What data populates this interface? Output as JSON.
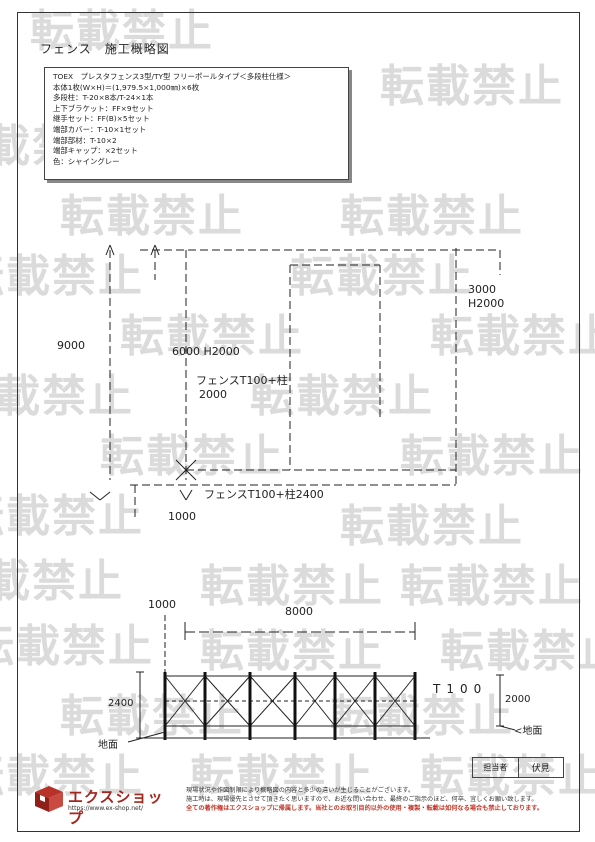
{
  "watermark": "転載禁止",
  "title": "フェンス　施工概略図",
  "spec": {
    "lines": [
      "TOEX　プレスタフェンス3型/TY型 フリーポールタイプ＜多段柱仕様＞",
      "本体1枚(W×H)＝(1,979.5×1,000㎜)×6枚",
      "多段柱：T-20×8本/T-24×1本",
      "上下ブラケット：FF×9セット",
      "継手セット：FF(B)×5セット",
      "端部カバー：T-10×1セット",
      "端部部材：T-10×2",
      "端部キャップ：×2セット",
      "色：シャイングレー"
    ]
  },
  "plan": {
    "dim_9000": "9000",
    "dim_6000": "6000 H2000",
    "fence_t100_1": "フェンスT100+柱",
    "fence_t100_1b": "2000",
    "dim_3000": "3000",
    "dim_h2000": "H2000",
    "fence_t100_2": "フェンスT100+柱2400",
    "dim_1000": "1000"
  },
  "elevation": {
    "dim_1000": "1000",
    "dim_8000": "8000",
    "dim_2400": "2400",
    "label_t100": "T100",
    "dim_2000": "2000",
    "ground_left": "地面",
    "ground_right": "地面"
  },
  "footer": {
    "logo_text": "エクスショップ",
    "logo_url": "https://www.ex-shop.net/",
    "note1": "現場状況や作図制限により概略図の内容と多少の違いが生じることがございます。",
    "note2": "施工時は、現場優先とさせて頂きたく思いますので、お近な問い合わせ、最終のご指示のほど、何卒、宜しくお願い致します。",
    "note3": "全ての著作権はエクスショップに帰属します。当社とのお取引目的以外の使用・複製・転載は如何なる場合も禁止しております。",
    "stamp_header": "担当者",
    "stamp_value": "伏見"
  }
}
